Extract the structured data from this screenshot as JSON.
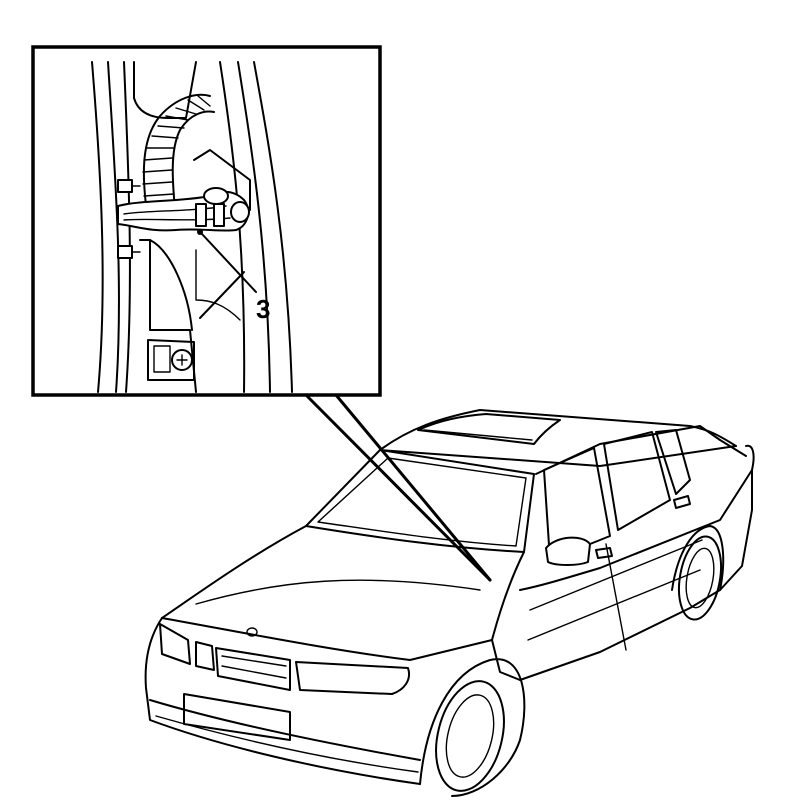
{
  "callouts": [
    {
      "id": "3",
      "label": "3"
    }
  ],
  "colors": {
    "ink": "#000000",
    "paper": "#ffffff"
  },
  "icons": {
    "detail_inset": "door-check-strap-detail",
    "vehicle": "sedan-car-outline"
  }
}
